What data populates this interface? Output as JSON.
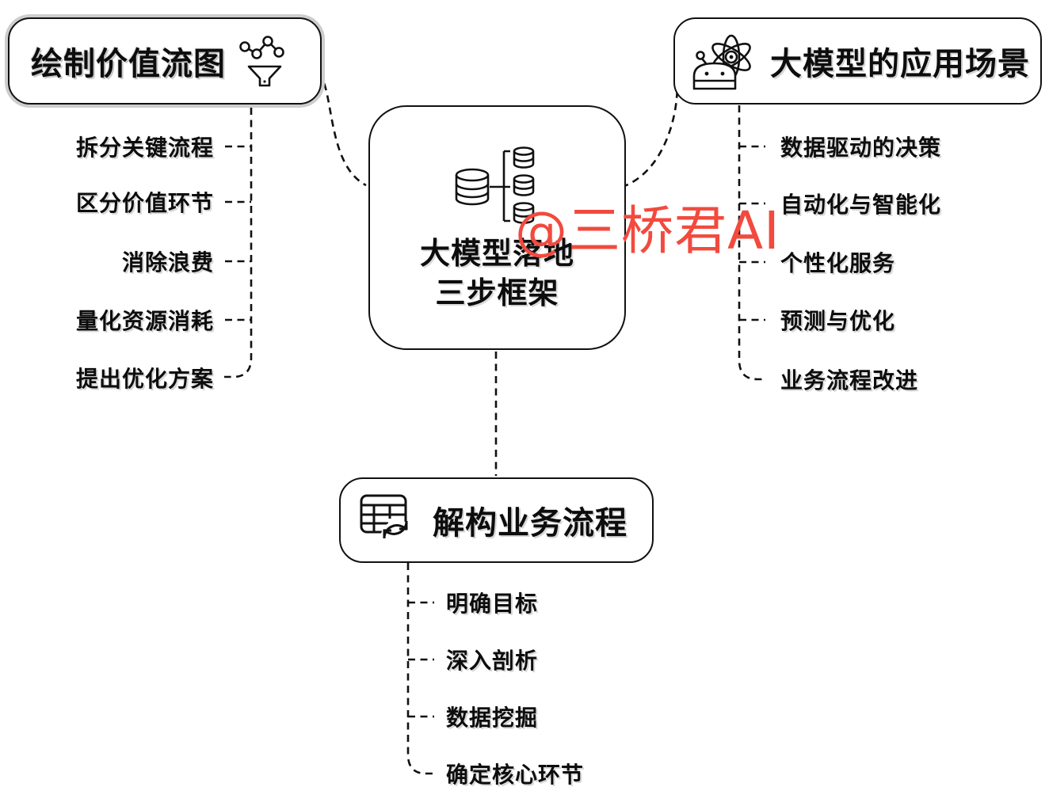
{
  "center": {
    "title_line1": "大模型落地",
    "title_line2": "三步框架",
    "icon": "database-cluster-icon"
  },
  "branches": {
    "value_stream": {
      "title": "绘制价值流图",
      "icon": "network-funnel-icon",
      "items": [
        "拆分关键流程",
        "区分价值环节",
        "消除浪费",
        "量化资源消耗",
        "提出优化方案"
      ]
    },
    "applications": {
      "title": "大模型的应用场景",
      "icon": "robot-atom-icon",
      "items": [
        "数据驱动的决策",
        "自动化与智能化",
        "个性化服务",
        "预测与优化",
        "业务流程改进"
      ]
    },
    "process": {
      "title": "解构业务流程",
      "icon": "table-refresh-icon",
      "items": [
        "明确目标",
        "深入剖析",
        "数据挖掘",
        "确定核心环节"
      ]
    }
  },
  "watermark": {
    "text": "@三桥君AI",
    "color": "#f24a3e"
  },
  "colors": {
    "line": "#111111",
    "text": "#0d0d0d",
    "background": "#ffffff",
    "halo": "#cdcdcd",
    "watermark": "#f24a3e"
  }
}
